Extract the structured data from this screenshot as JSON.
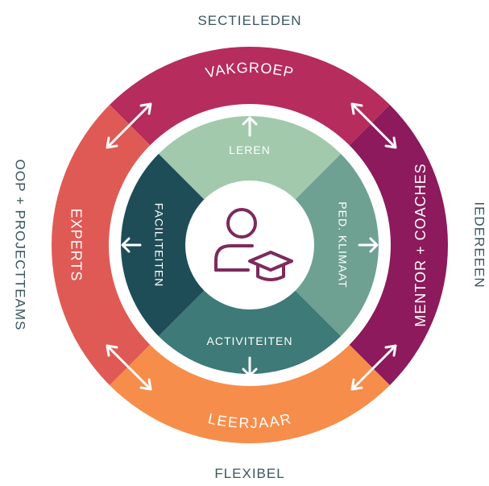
{
  "labels": {
    "outer_top": "SECTIELEDEN",
    "outer_left": "OOP + PROJECTTEAMS",
    "outer_right": "IEDEREEEN",
    "outer_bottom": "FLEXIBEL",
    "ring_top": "VAKGROEP",
    "ring_left": "EXPERTS",
    "ring_right": "MENTOR + COACHES",
    "ring_bottom": "LEERJAAR",
    "inner_top": "LEREN",
    "inner_left": "FACILITEITEN",
    "inner_right": "PED. KLIMAAT",
    "inner_bottom": "ACTIVITEITEN"
  },
  "colors": {
    "vakgroep": "#b62c5c",
    "experts": "#e05a55",
    "mentor": "#8c1a5c",
    "leerjaar": "#f78d4a",
    "leren": "#a2c9ac",
    "faciliteiten": "#1e4d58",
    "ped_klimaat": "#6ea191",
    "activiteiten": "#3d7a78",
    "center": "#ffffff",
    "icon": "#7d2a5c",
    "outer_text": "#3b5560"
  },
  "icons": {
    "center": "person-graduation-cap-icon",
    "arrows": "double-arrow-icon"
  }
}
